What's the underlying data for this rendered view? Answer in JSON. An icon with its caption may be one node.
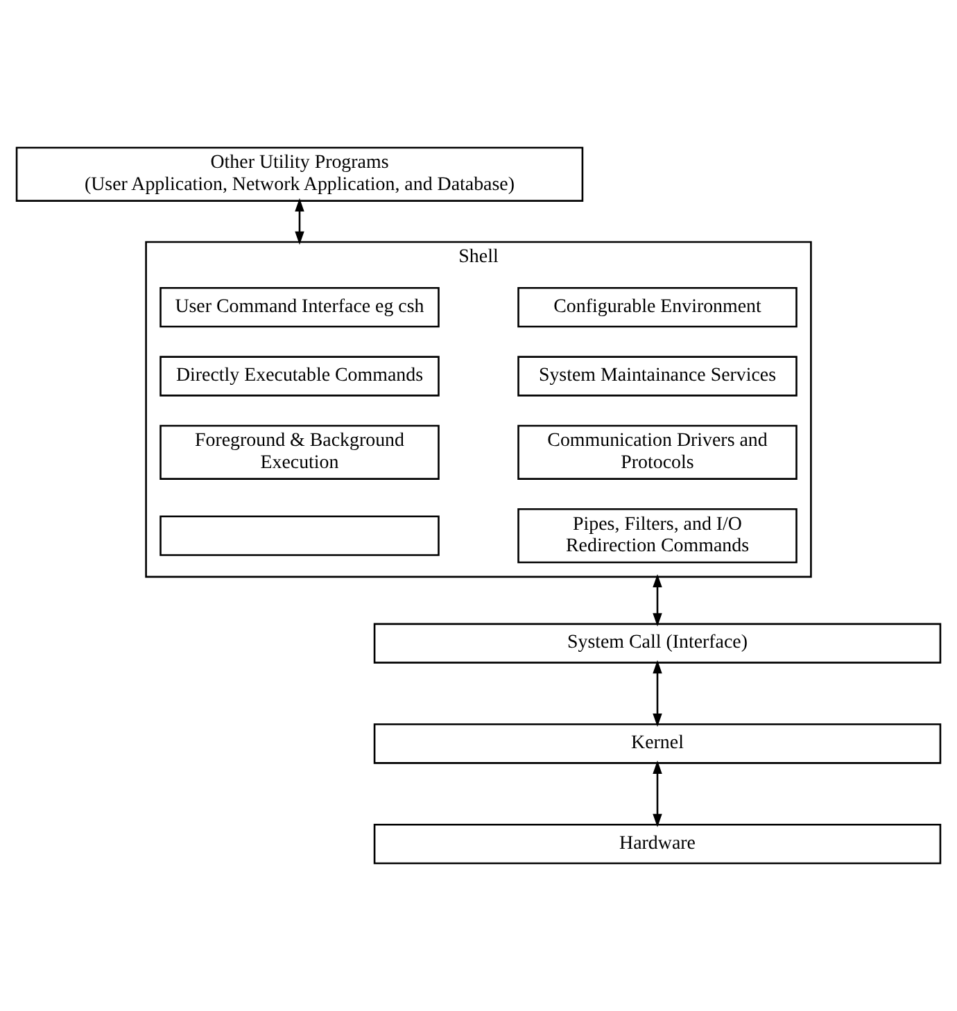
{
  "diagram": {
    "nodes": [
      {
        "text": [
          "Other Utility Programs",
          "(User Application, Network Application, and Database)"
        ]
      },
      {
        "text": [
          "Shell"
        ]
      },
      {
        "text": [
          "User Command Interface eg csh"
        ],
        "in": 1
      },
      {
        "text": [
          "Configurable Environment"
        ],
        "in": 1
      },
      {
        "text": [
          "Directly Executable Commands"
        ],
        "in": 1
      },
      {
        "text": [
          "System Maintainance Services"
        ],
        "in": 1
      },
      {
        "text": [
          "Foreground & Background Execution"
        ],
        "in": 1
      },
      {
        "text": [
          "Communication Drivers and Protocols"
        ],
        "in": 1
      },
      {
        "text": [],
        "shape": "box",
        "in": 1
      },
      {
        "text": [
          "Pipes, Filters, and I/O Redirection Commands"
        ],
        "in": 1
      },
      {
        "text": [
          "System Call (Interface)"
        ]
      },
      {
        "text": [
          "Kernel"
        ]
      },
      {
        "text": [
          "Hardware"
        ]
      }
    ],
    "edges": [
      {
        "from": 0,
        "to": 1,
        "arrow": "both"
      },
      {
        "from": 1,
        "to": 10,
        "arrow": "both"
      },
      {
        "from": 10,
        "to": 11,
        "arrow": "both"
      },
      {
        "from": 11,
        "to": 12,
        "arrow": "both"
      }
    ]
  }
}
